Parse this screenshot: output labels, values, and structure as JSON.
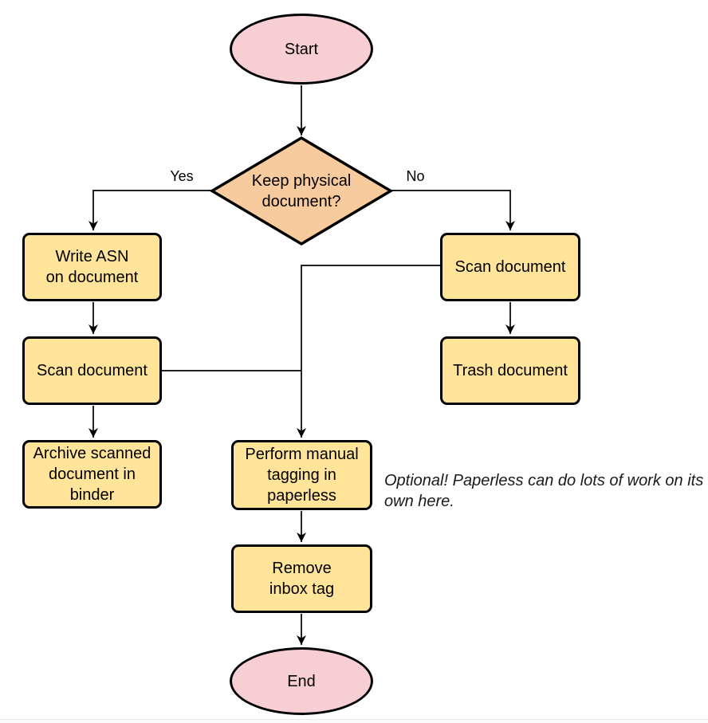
{
  "diagram": {
    "type": "flowchart",
    "nodes": {
      "start": {
        "label": "Start",
        "shape": "terminator"
      },
      "decision": {
        "label": "Keep physical\ndocument?",
        "shape": "decision"
      },
      "write_asn": {
        "label": "Write ASN\non document",
        "shape": "process"
      },
      "scan_left": {
        "label": "Scan document",
        "shape": "process"
      },
      "archive": {
        "label": "Archive scanned\ndocument in\nbinder",
        "shape": "process"
      },
      "scan_right": {
        "label": "Scan document",
        "shape": "process"
      },
      "trash": {
        "label": "Trash document",
        "shape": "process"
      },
      "tagging": {
        "label": "Perform manual\ntagging in\npaperless",
        "shape": "process"
      },
      "remove_inbox": {
        "label": "Remove\ninbox tag",
        "shape": "process"
      },
      "end": {
        "label": "End",
        "shape": "terminator"
      }
    },
    "edge_labels": {
      "yes": "Yes",
      "no": "No"
    },
    "annotation": "Optional! Paperless can do lots of work on its own here.",
    "colors": {
      "terminator_fill": "#f7ced3",
      "decision_fill": "#f8cb9e",
      "process_fill": "#ffe49a",
      "stroke_color": "#000000",
      "annotation_color": "#1a1a1a"
    }
  }
}
